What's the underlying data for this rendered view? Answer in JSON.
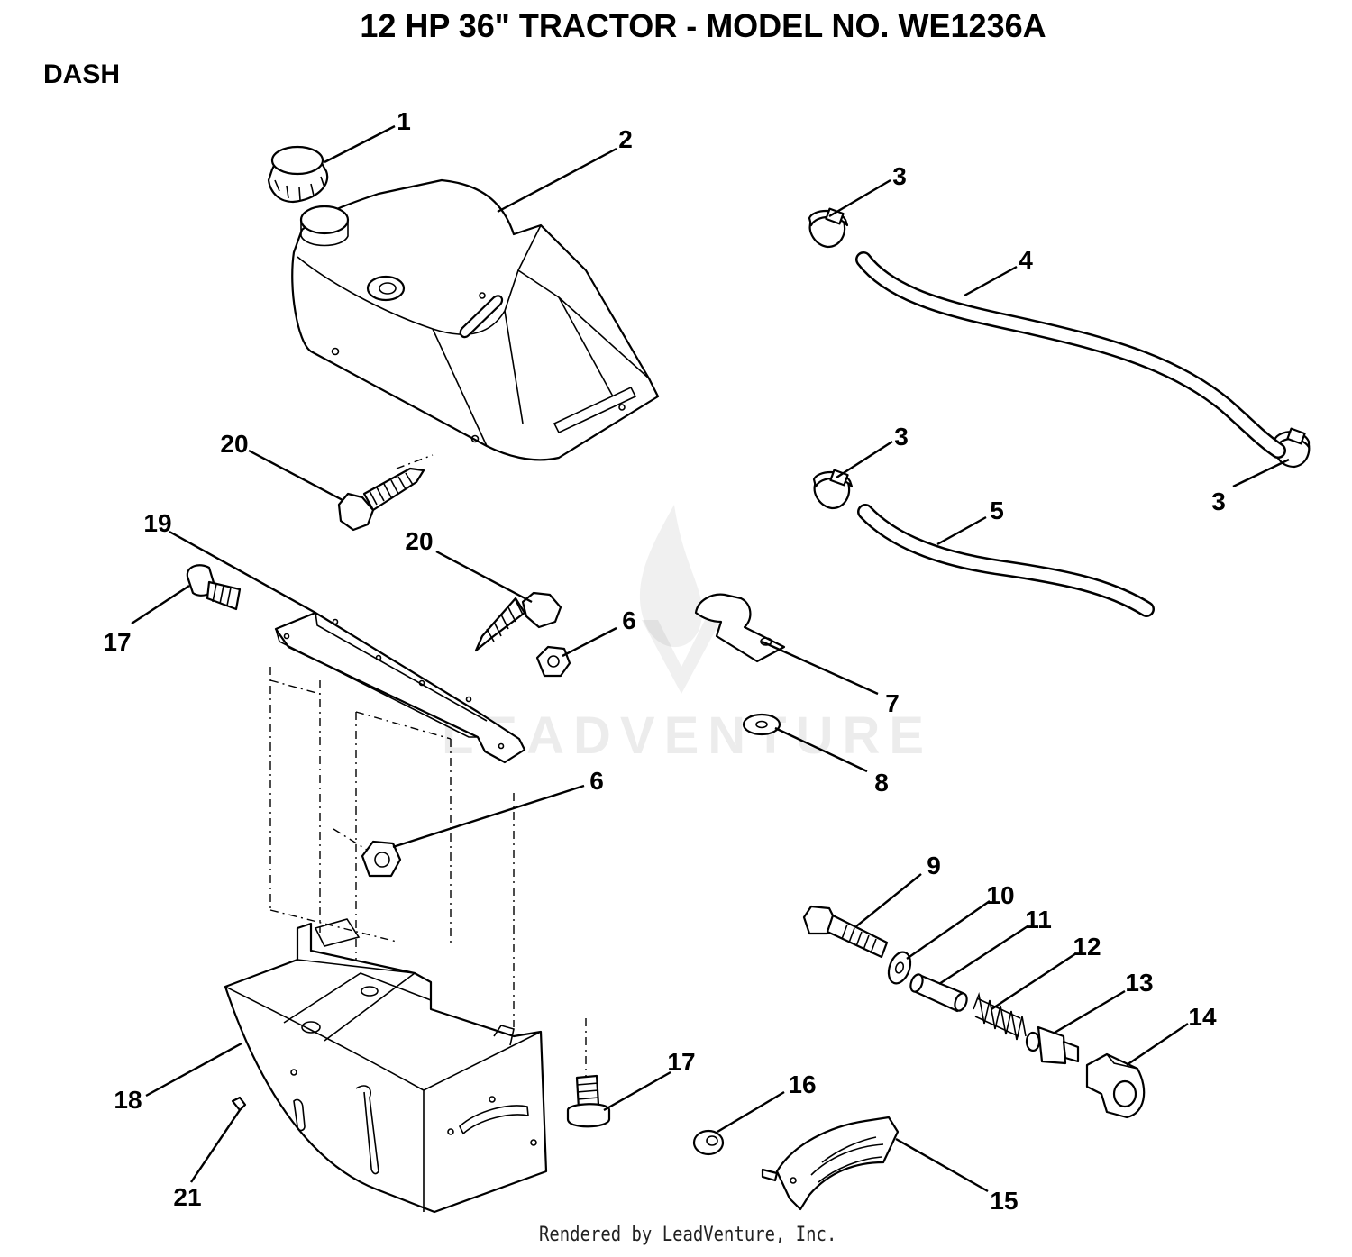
{
  "header": {
    "title": "12 HP 36\" TRACTOR - MODEL NO. WE1236A",
    "section": "DASH"
  },
  "watermark": {
    "text": "LEADVENTURE"
  },
  "footer": {
    "credit": "Rendered by LeadVenture, Inc."
  },
  "callouts": [
    {
      "id": "callout-1",
      "label": "1"
    },
    {
      "id": "callout-2",
      "label": "2"
    },
    {
      "id": "callout-3a",
      "label": "3"
    },
    {
      "id": "callout-4",
      "label": "4"
    },
    {
      "id": "callout-3b",
      "label": "3"
    },
    {
      "id": "callout-3c",
      "label": "3"
    },
    {
      "id": "callout-5",
      "label": "5"
    },
    {
      "id": "callout-20a",
      "label": "20"
    },
    {
      "id": "callout-19",
      "label": "19"
    },
    {
      "id": "callout-20b",
      "label": "20"
    },
    {
      "id": "callout-17a",
      "label": "17"
    },
    {
      "id": "callout-6a",
      "label": "6"
    },
    {
      "id": "callout-7",
      "label": "7"
    },
    {
      "id": "callout-8",
      "label": "8"
    },
    {
      "id": "callout-6b",
      "label": "6"
    },
    {
      "id": "callout-9",
      "label": "9"
    },
    {
      "id": "callout-10",
      "label": "10"
    },
    {
      "id": "callout-11",
      "label": "11"
    },
    {
      "id": "callout-12",
      "label": "12"
    },
    {
      "id": "callout-13",
      "label": "13"
    },
    {
      "id": "callout-14",
      "label": "14"
    },
    {
      "id": "callout-17b",
      "label": "17"
    },
    {
      "id": "callout-16",
      "label": "16"
    },
    {
      "id": "callout-18",
      "label": "18"
    },
    {
      "id": "callout-15",
      "label": "15"
    },
    {
      "id": "callout-21",
      "label": "21"
    }
  ]
}
